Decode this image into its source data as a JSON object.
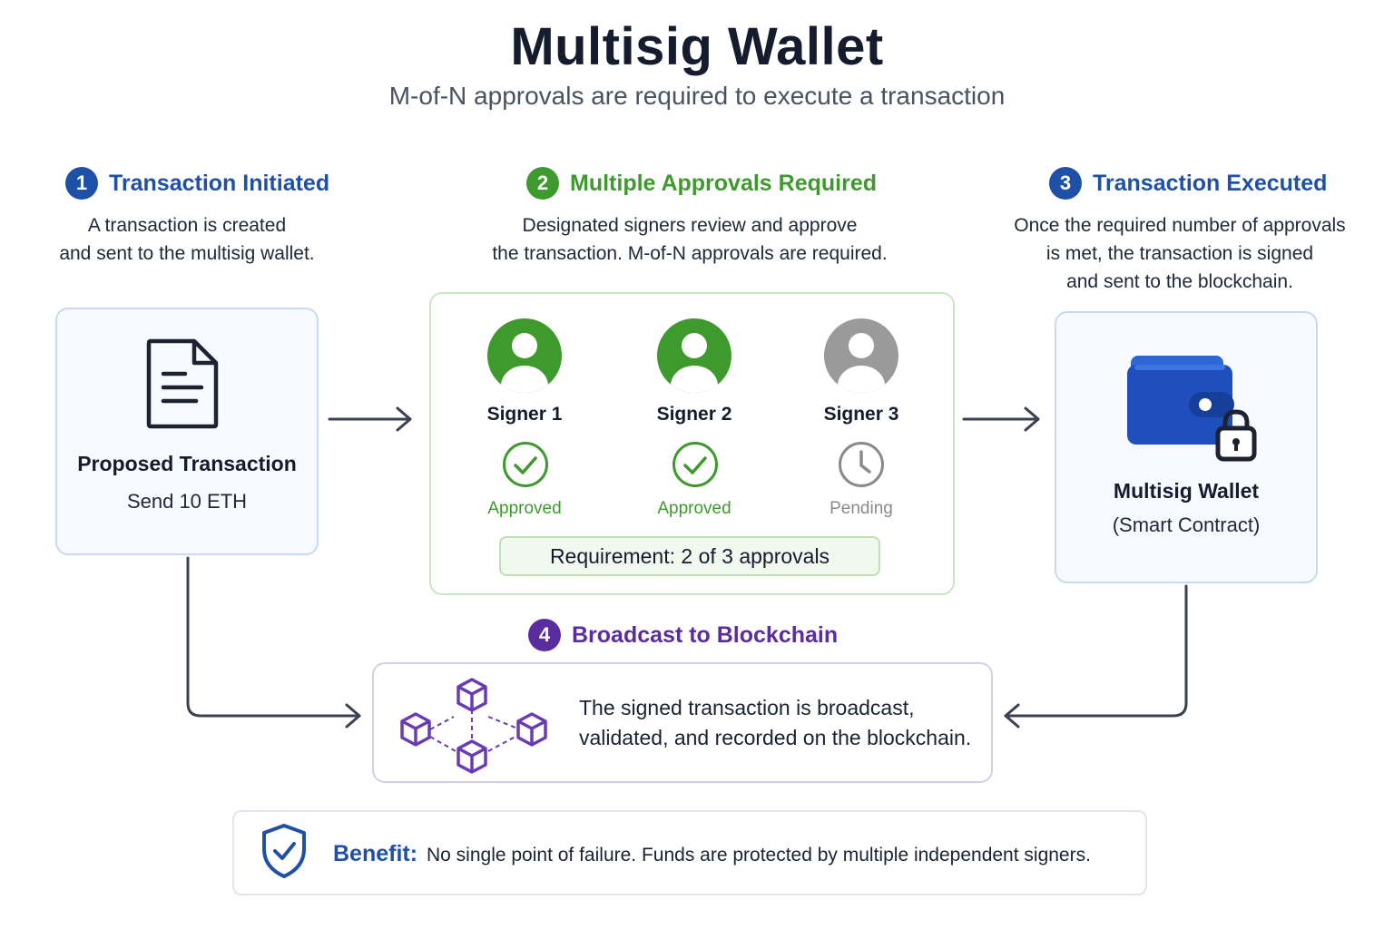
{
  "title": "Multisig Wallet",
  "subtitle": "M-of-N approvals are required to execute a transaction",
  "colors": {
    "step1": "#1e50a8",
    "step2": "#3e9a2c",
    "step3": "#1e50a8",
    "step4": "#5a2d9e",
    "approved": "#3e9a2c",
    "pending": "#9a9a9a",
    "wallet": "#1e4fbd"
  },
  "steps": [
    {
      "number": "1",
      "label": "Transaction Initiated",
      "description_lines": [
        "A transaction is created",
        "and sent to the multisig wallet."
      ]
    },
    {
      "number": "2",
      "label": "Multiple Approvals Required",
      "description_lines": [
        "Designated signers review and approve",
        "the transaction. M-of-N approvals are required."
      ]
    },
    {
      "number": "3",
      "label": "Transaction Executed",
      "description_lines": [
        "Once the required number of approvals",
        "is met, the transaction is signed",
        "and sent to the blockchain."
      ]
    },
    {
      "number": "4",
      "label": "Broadcast to Blockchain",
      "description_lines": [
        "The signed transaction is broadcast,",
        "validated, and recorded on the blockchain."
      ]
    }
  ],
  "proposed": {
    "icon": "document-icon",
    "title": "Proposed Transaction",
    "subtitle": "Send 10 ETH"
  },
  "signers": [
    {
      "name": "Signer 1",
      "status": "Approved",
      "icon": "check-circle-icon"
    },
    {
      "name": "Signer 2",
      "status": "Approved",
      "icon": "check-circle-icon"
    },
    {
      "name": "Signer 3",
      "status": "Pending",
      "icon": "clock-icon"
    }
  ],
  "requirement": "Requirement: 2 of 3 approvals",
  "wallet": {
    "icon": "locked-wallet-icon",
    "title": "Multisig Wallet",
    "subtitle": "(Smart Contract)"
  },
  "benefit": {
    "icon": "shield-check-icon",
    "label": "Benefit:",
    "text": "No single point of failure. Funds are protected by multiple independent signers."
  }
}
